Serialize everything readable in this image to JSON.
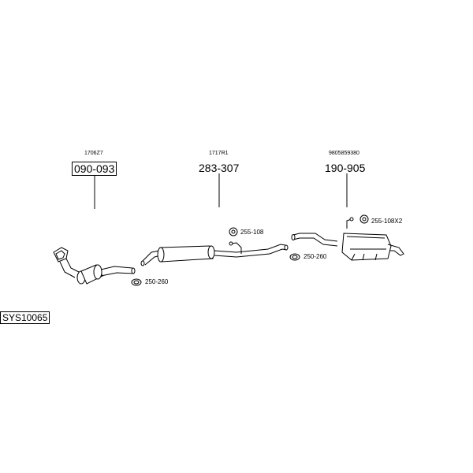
{
  "diagram": {
    "system_code": "SYS10065",
    "parts": [
      {
        "ref": "1706Z7",
        "number": "090-093",
        "boxed": true
      },
      {
        "ref": "1717R1",
        "number": "283-307",
        "boxed": false
      },
      {
        "ref": "9805859380",
        "number": "190-905",
        "boxed": false
      }
    ],
    "accessories": [
      {
        "code": "250-260",
        "icon": "clamp-icon"
      },
      {
        "code": "255-108",
        "icon": "hanger-icon"
      },
      {
        "code": "250-260",
        "icon": "clamp-icon"
      },
      {
        "code": "255-108X2",
        "icon": "hanger-icon"
      }
    ]
  }
}
